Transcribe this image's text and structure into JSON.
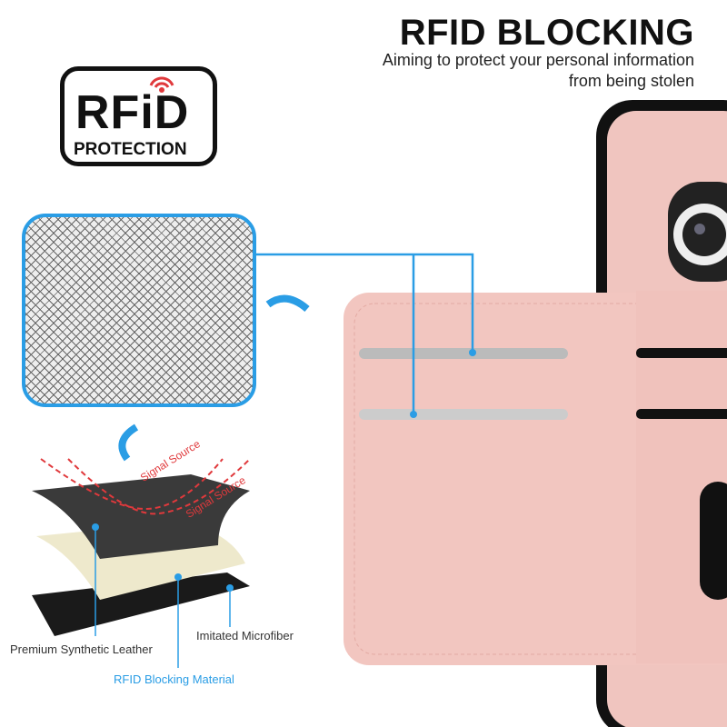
{
  "header": {
    "title": "RFID BLOCKING",
    "subtitle_line1": "Aiming to protect your personal information",
    "subtitle_line2": "from being stolen"
  },
  "logo": {
    "word": "RFiD",
    "caption": "PROTECTION"
  },
  "diagram": {
    "signal_label_1": "Signal Source",
    "signal_label_2": "Signal Source",
    "layer_top": "Premium Synthetic Leather",
    "layer_middle": "RFID Blocking Material",
    "layer_bottom": "Imitated Microfiber"
  },
  "colors": {
    "accent": "#2a9de5",
    "signal": "#e0393c",
    "case": "#f2c6c0"
  }
}
